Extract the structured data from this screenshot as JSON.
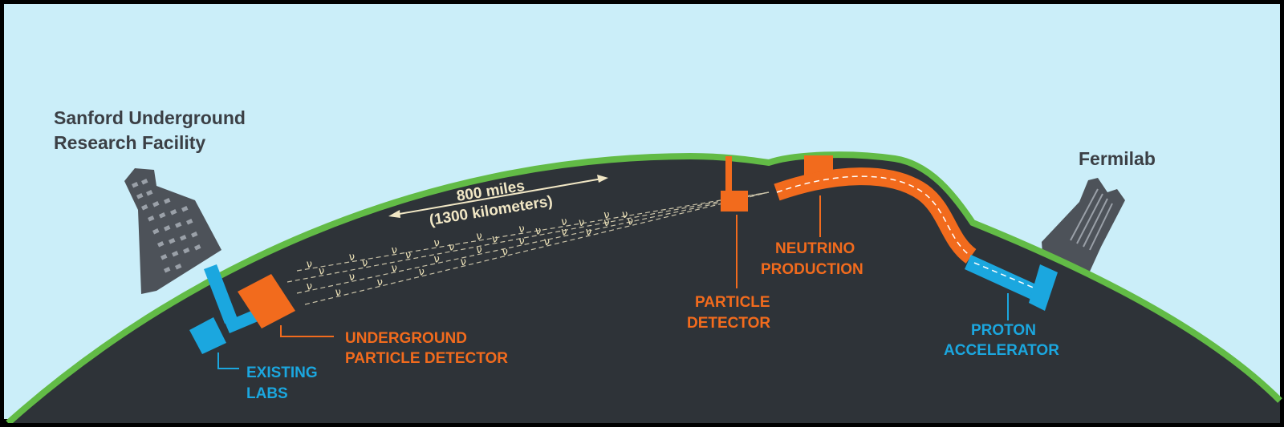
{
  "labels": {
    "sanford_line1": "Sanford Underground",
    "sanford_line2": "Research Facility",
    "fermilab": "Fermilab",
    "distance_line1": "800 miles",
    "distance_line2": "(1300 kilometers)",
    "existing_labs_line1": "EXISTING",
    "existing_labs_line2": "LABS",
    "underground_detector_line1": "UNDERGROUND",
    "underground_detector_line2": "PARTICLE DETECTOR",
    "particle_detector_line1": "PARTICLE",
    "particle_detector_line2": "DETECTOR",
    "neutrino_production_line1": "NEUTRINO",
    "neutrino_production_line2": "PRODUCTION",
    "proton_accelerator_line1": "PROTON",
    "proton_accelerator_line2": "ACCELERATOR"
  },
  "neutrino_symbol": "ν",
  "colors": {
    "sky": "#cbeef9",
    "ground": "#2e3338",
    "surface": "#62bb46",
    "orange": "#f26b1d",
    "blue": "#1ba7df",
    "building": "#4d5259",
    "label_gray": "#3b3f45",
    "beam_text": "#f1e7c5"
  }
}
